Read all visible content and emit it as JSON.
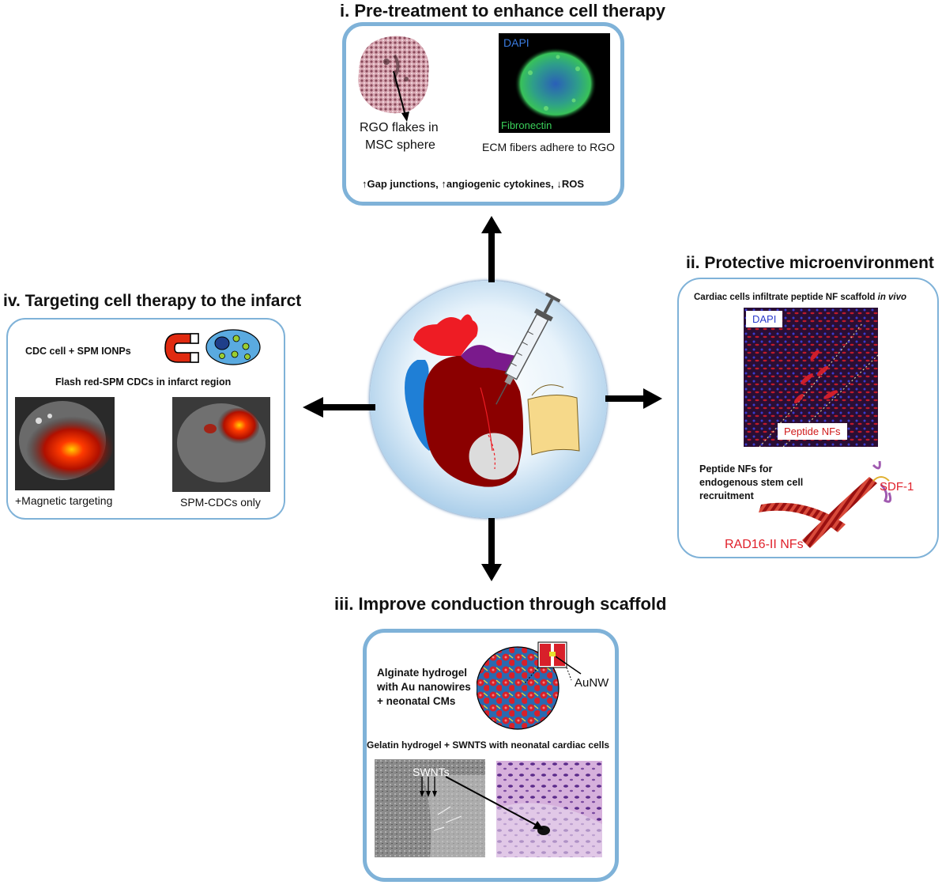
{
  "panel_i": {
    "title": "i. Pre-treatment to enhance cell therapy",
    "rgo_caption_1": "RGO flakes in",
    "rgo_caption_2": "MSC sphere",
    "dapi_label": "DAPI",
    "fibronectin_label": "Fibronectin",
    "ecm_caption": "ECM fibers adhere to RGO",
    "effects": "↑Gap junctions, ↑angiogenic cytokines, ↓ROS"
  },
  "panel_ii": {
    "title": "ii. Protective microenvironment",
    "infiltrate_text": "Cardiac cells infiltrate peptide NF scaffold",
    "infiltrate_italic": "in vivo",
    "dapi_label": "DAPI",
    "peptide_label": "Peptide NFs",
    "recruit_1": "Peptide NFs for",
    "recruit_2": "endogenous stem cell",
    "recruit_3": "recruitment",
    "sdf_label": "SDF-1",
    "rad_label": "RAD16-II NFs"
  },
  "panel_iii": {
    "title": "iii. Improve conduction through scaffold",
    "alginate_1": "Alginate hydrogel",
    "alginate_2": "with Au nanowires",
    "alginate_3": "+ neonatal CMs",
    "aunw_label": "AuNW",
    "gelatin_text": "Gelatin hydrogel + SWNTS with neonatal cardiac cells",
    "swnt_label": "SWNTs"
  },
  "panel_iv": {
    "title": "iv. Targeting cell therapy to the infarct",
    "cdc_text": "CDC cell + SPM IONPs",
    "flash_text": "Flash red-SPM CDCs in infarct region",
    "magnetic_caption": "+Magnetic targeting",
    "spm_caption": "SPM-CDCs only"
  },
  "colors": {
    "panel_border": "#7fb2d8",
    "heart_red": "#8b0000",
    "aorta_red": "#ee1c24",
    "vessel_blue": "#1f7fd6",
    "vessel_purple": "#7a1a8c"
  }
}
